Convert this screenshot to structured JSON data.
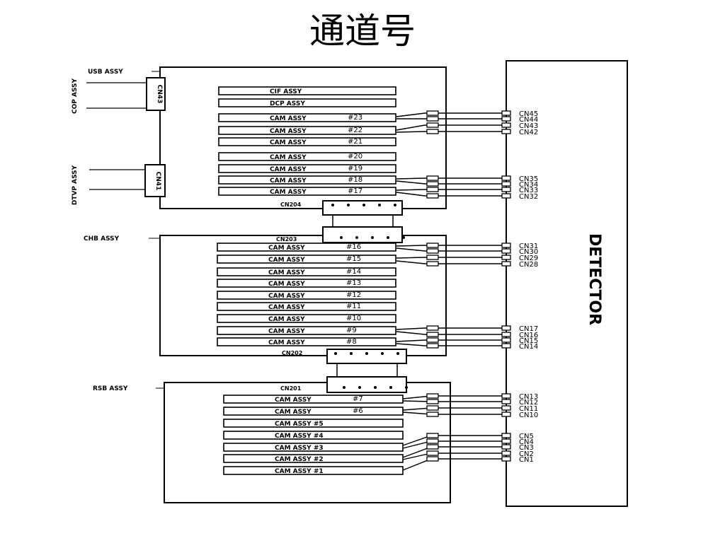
{
  "title": "通道号",
  "detector_label": "DETECTOR",
  "assemblies": {
    "top": "USB ASSY",
    "mid": "CHB ASSY",
    "bottom": "RSB ASSY"
  },
  "side_labels": {
    "upper": "COP ASSY",
    "lower": "DTVP ASSY",
    "upper_box": "CN43",
    "lower_box": "CN41"
  },
  "connectors": {
    "top_bottom": "CN204",
    "mid_top": "CN203",
    "mid_bottom": "CN202",
    "bottom_top": "CN201"
  },
  "top_cards": [
    {
      "label": "CIF ASSY",
      "num": ""
    },
    {
      "label": "DCP ASSY",
      "num": ""
    },
    {
      "label": "CAM ASSY",
      "num": "#23"
    },
    {
      "label": "CAM ASSY",
      "num": "#22"
    },
    {
      "label": "CAM ASSY",
      "num": "#21"
    },
    {
      "label": "CAM ASSY",
      "num": "#20"
    },
    {
      "label": "CAM ASSY",
      "num": "#19"
    },
    {
      "label": "CAM ASSY",
      "num": "#18"
    },
    {
      "label": "CAM ASSY",
      "num": "#17"
    }
  ],
  "mid_cards": [
    {
      "label": "CAM ASSY",
      "num": "#16"
    },
    {
      "label": "CAM ASSY",
      "num": "#15"
    },
    {
      "label": "CAM ASSY",
      "num": "#14"
    },
    {
      "label": "CAM ASSY",
      "num": "#13"
    },
    {
      "label": "CAM ASSY",
      "num": "#12"
    },
    {
      "label": "CAM ASSY",
      "num": "#11"
    },
    {
      "label": "CAM ASSY",
      "num": "#10"
    },
    {
      "label": "CAM ASSY",
      "num": "#9"
    },
    {
      "label": "CAM ASSY",
      "num": "#8"
    }
  ],
  "bottom_cards": [
    {
      "label": "CAM ASSY",
      "num": "#7"
    },
    {
      "label": "CAM ASSY",
      "num": "#6"
    },
    {
      "label": "CAM ASSY #5",
      "num": ""
    },
    {
      "label": "CAM ASSY #4",
      "num": ""
    },
    {
      "label": "CAM ASSY #3",
      "num": ""
    },
    {
      "label": "CAM ASSY #2",
      "num": ""
    },
    {
      "label": "CAM ASSY #1",
      "num": ""
    }
  ],
  "cn_groups": [
    [
      "CN45",
      "CN44",
      "CN43",
      "CN42"
    ],
    [
      "CN35",
      "CN34",
      "CN33",
      "CN32"
    ],
    [
      "CN31",
      "CN30",
      "CN29",
      "CN28"
    ],
    [
      "CN17",
      "CN16",
      "CN15",
      "CN14"
    ],
    [
      "CN13",
      "CN12",
      "CN11",
      "CN10"
    ],
    [
      "CN5",
      "CN4",
      "CN3",
      "CN2",
      "CN1"
    ]
  ]
}
